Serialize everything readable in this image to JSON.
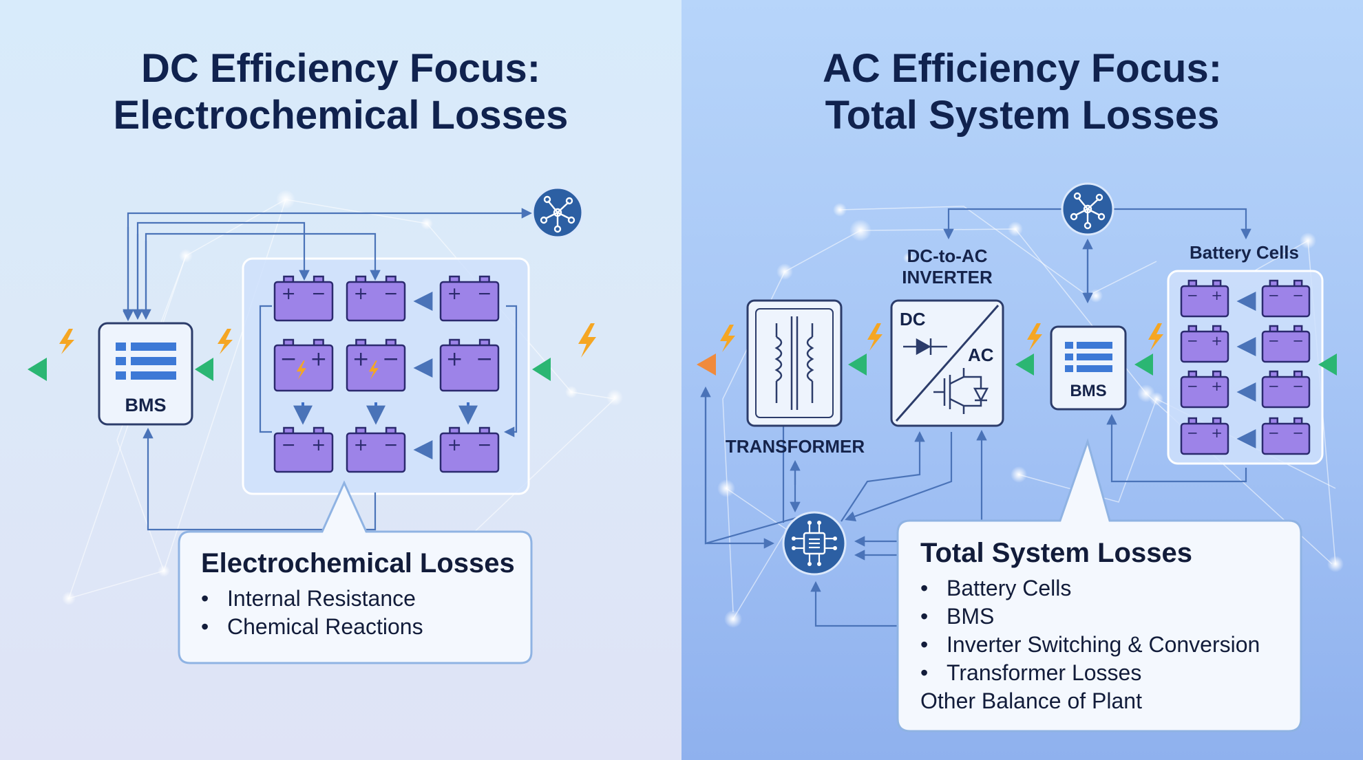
{
  "left": {
    "title_line1": "DC Efficiency Focus:",
    "title_line2": "Electrochemical Losses",
    "bms_label": "BMS",
    "callout": {
      "heading": "Electrochemical Losses",
      "items": [
        "Internal Resistance",
        "Chemical Reactions"
      ]
    }
  },
  "right": {
    "title_line1": "AC Efficiency Focus:",
    "title_line2": "Total System Losses",
    "battery_cells_label": "Battery Cells",
    "inverter_label_line1": "DC-to-AC",
    "inverter_label_line2": "INVERTER",
    "inverter_dc": "DC",
    "inverter_ac": "AC",
    "transformer_label": "TRANSFORMER",
    "bms_label": "BMS",
    "callout": {
      "heading": "Total System Losses",
      "items": [
        "Battery Cells",
        "BMS",
        "Inverter Switching & Conversion",
        "Transformer Losses"
      ],
      "extra": "Other Balance of Plant"
    }
  },
  "colors": {
    "title": "#10224e",
    "battery": "#9d83e8",
    "battery_stroke": "#2b2a6e",
    "hub": "#2c5fa3",
    "arrow_green": "#2bb673",
    "arrow_orange": "#f08a3c",
    "lightning": "#f5a623",
    "line": "#4a73b8"
  },
  "icons": [
    "network-hub-icon",
    "chip-hub-icon",
    "lightning-icon",
    "battery-icon",
    "bms-icon",
    "transformer-icon",
    "inverter-icon"
  ]
}
